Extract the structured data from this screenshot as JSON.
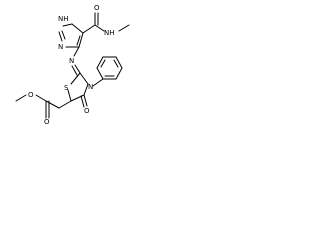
{
  "molecule": {
    "atoms": {
      "imidazole_nh": "NH",
      "imidazole_n": "N",
      "amide_nh": "NH",
      "amide_o": "O",
      "imine_n": "N",
      "ring_s": "S",
      "ring_n": "N",
      "ring_o": "O",
      "ester_o_carbonyl": "O",
      "ester_o_methoxy": "O"
    }
  }
}
